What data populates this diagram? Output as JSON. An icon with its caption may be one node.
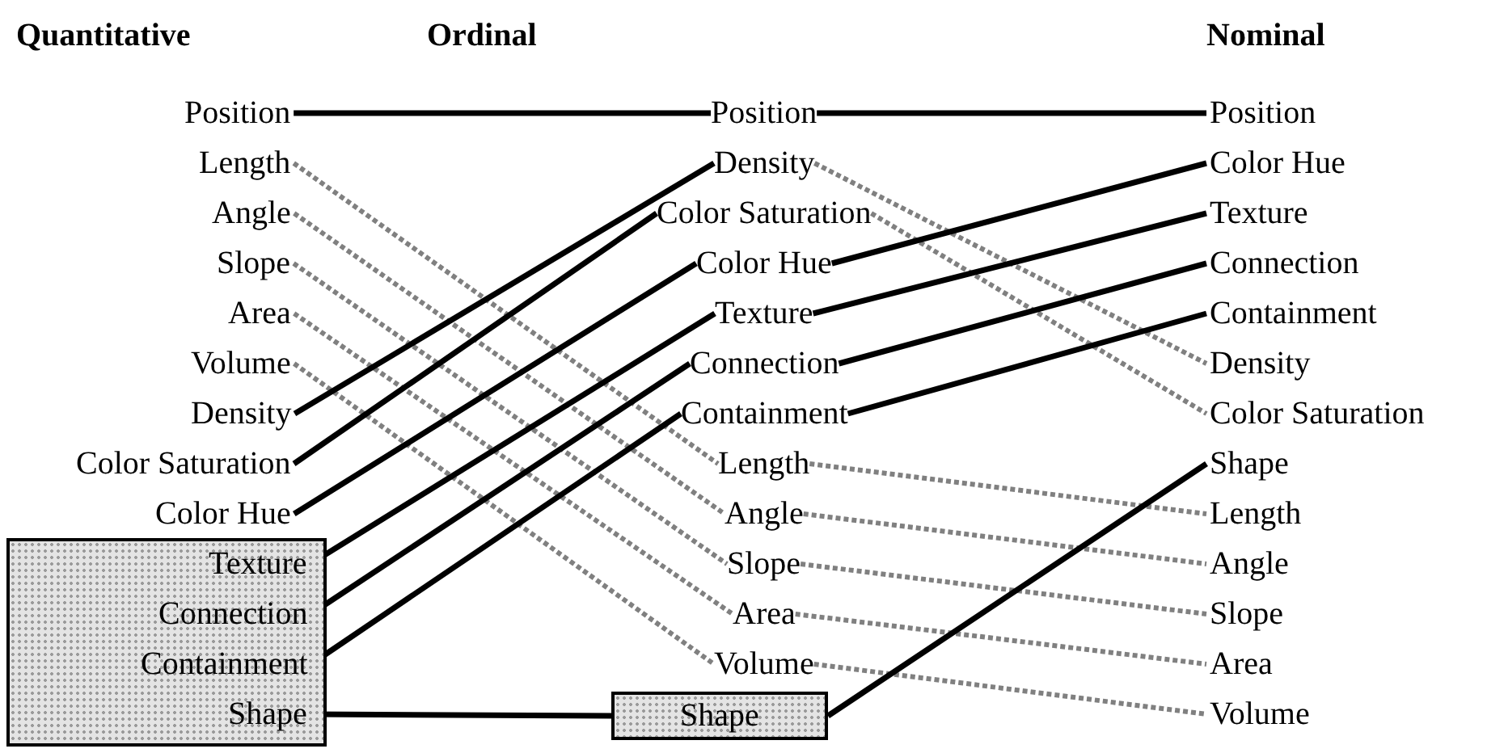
{
  "diagram": {
    "nodes": [
      {
        "text": [
          "Position"
        ]
      },
      {
        "text": [
          "Length"
        ]
      },
      {
        "text": [
          "Angle"
        ]
      },
      {
        "text": [
          "Slope"
        ]
      },
      {
        "text": [
          "Area"
        ]
      },
      {
        "text": [
          "Volume"
        ]
      },
      {
        "text": [
          "Density"
        ]
      },
      {
        "text": [
          "Color Saturation"
        ]
      },
      {
        "text": [
          "Color Hue"
        ]
      },
      {
        "text": [],
        "shape": "box"
      },
      {
        "text": [
          "Texture"
        ],
        "in": 9
      },
      {
        "text": [
          "Connection"
        ],
        "in": 9
      },
      {
        "text": [
          "Containment"
        ],
        "in": 9
      },
      {
        "text": [
          "Shape"
        ],
        "in": 9
      },
      {
        "text": [
          "Position"
        ]
      },
      {
        "text": [
          "Density"
        ]
      },
      {
        "text": [
          "Color Saturation"
        ]
      },
      {
        "text": [
          "Color Hue"
        ]
      },
      {
        "text": [
          "Texture"
        ]
      },
      {
        "text": [
          "Connection"
        ]
      },
      {
        "text": [
          "Containment"
        ]
      },
      {
        "text": [
          "Length"
        ]
      },
      {
        "text": [
          "Angle"
        ]
      },
      {
        "text": [
          "Slope"
        ]
      },
      {
        "text": [
          "Area"
        ]
      },
      {
        "text": [
          "Volume"
        ]
      },
      {
        "text": [
          "Shape"
        ]
      },
      {
        "text": [
          "Position"
        ]
      },
      {
        "text": [
          "Color Hue"
        ]
      },
      {
        "text": [
          "Texture"
        ]
      },
      {
        "text": [
          "Connection"
        ]
      },
      {
        "text": [
          "Containment"
        ]
      },
      {
        "text": [
          "Density"
        ]
      },
      {
        "text": [
          "Color Saturation"
        ]
      },
      {
        "text": [
          "Shape"
        ]
      },
      {
        "text": [
          "Length"
        ]
      },
      {
        "text": [
          "Angle"
        ]
      },
      {
        "text": [
          "Slope"
        ]
      },
      {
        "text": [
          "Area"
        ]
      },
      {
        "text": [
          "Volume"
        ]
      }
    ],
    "edges": [
      {
        "from": 0,
        "to": 14,
        "arrow": "none"
      },
      {
        "from": 1,
        "to": 21,
        "arrow": "none",
        "style": "dashed",
        "color": "#808080"
      },
      {
        "from": 2,
        "to": 22,
        "arrow": "none",
        "style": "dashed",
        "color": "#808080"
      },
      {
        "from": 3,
        "to": 23,
        "arrow": "none",
        "style": "dashed",
        "color": "#808080"
      },
      {
        "from": 4,
        "to": 24,
        "arrow": "none",
        "style": "dashed",
        "color": "#808080"
      },
      {
        "from": 5,
        "to": 25,
        "arrow": "none",
        "style": "dashed",
        "color": "#808080"
      },
      {
        "from": 6,
        "to": 15,
        "arrow": "none"
      },
      {
        "from": 7,
        "to": 16,
        "arrow": "none"
      },
      {
        "from": 8,
        "to": 17,
        "arrow": "none"
      },
      {
        "from": 10,
        "to": 18,
        "arrow": "none"
      },
      {
        "from": 11,
        "to": 19,
        "arrow": "none"
      },
      {
        "from": 12,
        "to": 20,
        "arrow": "none"
      },
      {
        "from": 13,
        "to": 26,
        "arrow": "none"
      },
      {
        "from": 14,
        "to": 27,
        "arrow": "none"
      },
      {
        "from": 15,
        "to": 32,
        "arrow": "none",
        "style": "dashed",
        "color": "#808080"
      },
      {
        "from": 16,
        "to": 33,
        "arrow": "none",
        "style": "dashed",
        "color": "#808080"
      },
      {
        "from": 17,
        "to": 28,
        "arrow": "none"
      },
      {
        "from": 18,
        "to": 29,
        "arrow": "none"
      },
      {
        "from": 19,
        "to": 30,
        "arrow": "none"
      },
      {
        "from": 20,
        "to": 31,
        "arrow": "none"
      },
      {
        "from": 21,
        "to": 35,
        "arrow": "none",
        "style": "dashed",
        "color": "#808080"
      },
      {
        "from": 22,
        "to": 36,
        "arrow": "none",
        "style": "dashed",
        "color": "#808080"
      },
      {
        "from": 23,
        "to": 37,
        "arrow": "none",
        "style": "dashed",
        "color": "#808080"
      },
      {
        "from": 24,
        "to": 38,
        "arrow": "none",
        "style": "dashed",
        "color": "#808080"
      },
      {
        "from": 25,
        "to": 39,
        "arrow": "none",
        "style": "dashed",
        "color": "#808080"
      },
      {
        "from": 26,
        "to": 34,
        "arrow": "none"
      }
    ],
    "labels": [
      "Quantitative",
      "Ordinal",
      "Nominal"
    ]
  }
}
